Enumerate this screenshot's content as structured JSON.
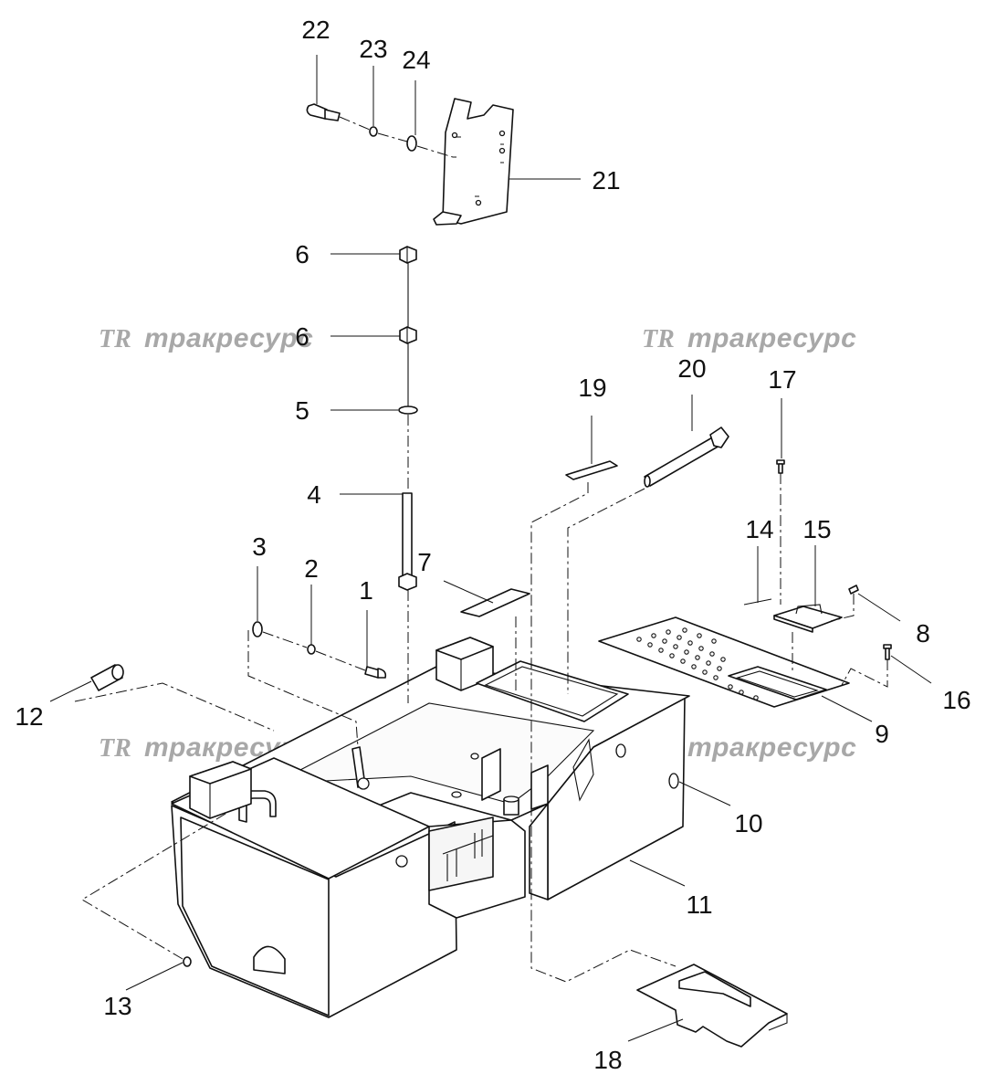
{
  "watermark": {
    "logo": "TR",
    "text": "тракресурс"
  },
  "callouts": [
    {
      "id": "c1",
      "label": "1"
    },
    {
      "id": "c2",
      "label": "2"
    },
    {
      "id": "c3",
      "label": "3"
    },
    {
      "id": "c4",
      "label": "4"
    },
    {
      "id": "c5",
      "label": "5"
    },
    {
      "id": "c6a",
      "label": "6"
    },
    {
      "id": "c6b",
      "label": "6"
    },
    {
      "id": "c7",
      "label": "7"
    },
    {
      "id": "c8",
      "label": "8"
    },
    {
      "id": "c9",
      "label": "9"
    },
    {
      "id": "c10",
      "label": "10"
    },
    {
      "id": "c11",
      "label": "11"
    },
    {
      "id": "c12",
      "label": "12"
    },
    {
      "id": "c13",
      "label": "13"
    },
    {
      "id": "c14",
      "label": "14"
    },
    {
      "id": "c15",
      "label": "15"
    },
    {
      "id": "c16",
      "label": "16"
    },
    {
      "id": "c17",
      "label": "17"
    },
    {
      "id": "c18",
      "label": "18"
    },
    {
      "id": "c19",
      "label": "19"
    },
    {
      "id": "c20",
      "label": "20"
    },
    {
      "id": "c21",
      "label": "21"
    },
    {
      "id": "c22",
      "label": "22"
    },
    {
      "id": "c23",
      "label": "23"
    },
    {
      "id": "c24",
      "label": "24"
    }
  ]
}
